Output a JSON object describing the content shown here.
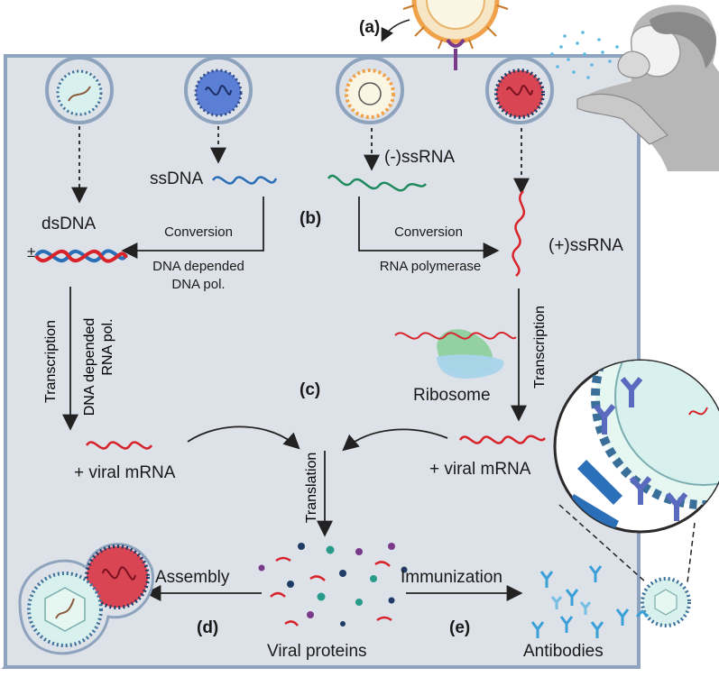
{
  "panel_labels": {
    "a": "(a)",
    "b": "(b)",
    "c": "(c)",
    "d": "(d)",
    "e": "(e)"
  },
  "molecules": {
    "ssdna": "ssDNA",
    "neg_ssrna": "(-)ssRNA",
    "dsdna": "dsDNA",
    "pos_ssrna": "(+)ssRNA",
    "pm_sign": "±"
  },
  "left_path": {
    "conversion": "Conversion",
    "enzyme_line1": "DNA depended",
    "enzyme_line2": "DNA pol.",
    "transcription": "Transcription",
    "rna_pol_line1": "DNA depended",
    "rna_pol_line2": "RNA pol.",
    "mrna": "+ viral mRNA"
  },
  "right_path": {
    "conversion": "Conversion",
    "enzyme": "RNA polymerase",
    "ribosome": "Ribosome",
    "transcription": "Transcription",
    "mrna": "+ viral mRNA"
  },
  "center": {
    "translation": "Translation",
    "viral_proteins": "Viral proteins",
    "assembly": "Assembly",
    "immunization": "Immunization",
    "antibodies": "Antibodies"
  },
  "colors": {
    "cell_fill": "#dde1e8",
    "membrane": "#8ea3bd",
    "dna_blue": "#2a6fb8",
    "rna_red": "#d8232a",
    "rna_green": "#1f8a5e",
    "antibody": "#3aa0d8",
    "ribosome_green": "#8bcf9a",
    "ribosome_blue": "#a9d4ec",
    "virus_orange": "#f0a24a"
  }
}
